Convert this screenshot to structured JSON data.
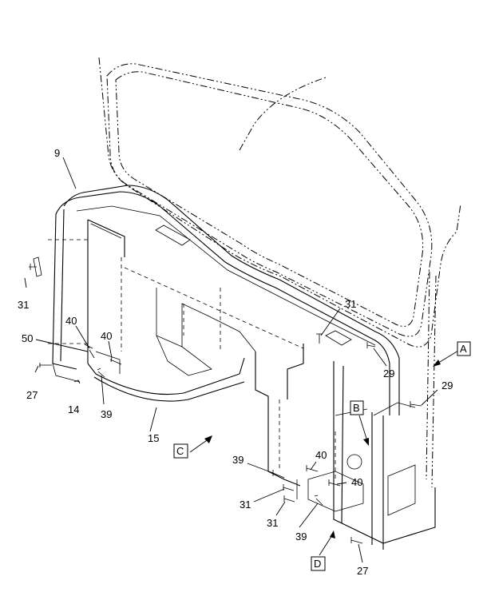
{
  "diagram": {
    "callouts": {
      "c9": "9",
      "c31a": "31",
      "c50": "50",
      "c40a": "40",
      "c40b": "40",
      "c27a": "27",
      "c14": "14",
      "c39a": "39",
      "c15": "15",
      "c31b": "31",
      "c29a": "29",
      "c29b": "29",
      "c39b": "39",
      "c40c": "40",
      "c40d": "40",
      "c31c": "31",
      "c31d": "31",
      "c39c": "39",
      "c27b": "27"
    },
    "view_labels": {
      "A": "A",
      "B": "B",
      "C": "C",
      "D": "D"
    }
  }
}
